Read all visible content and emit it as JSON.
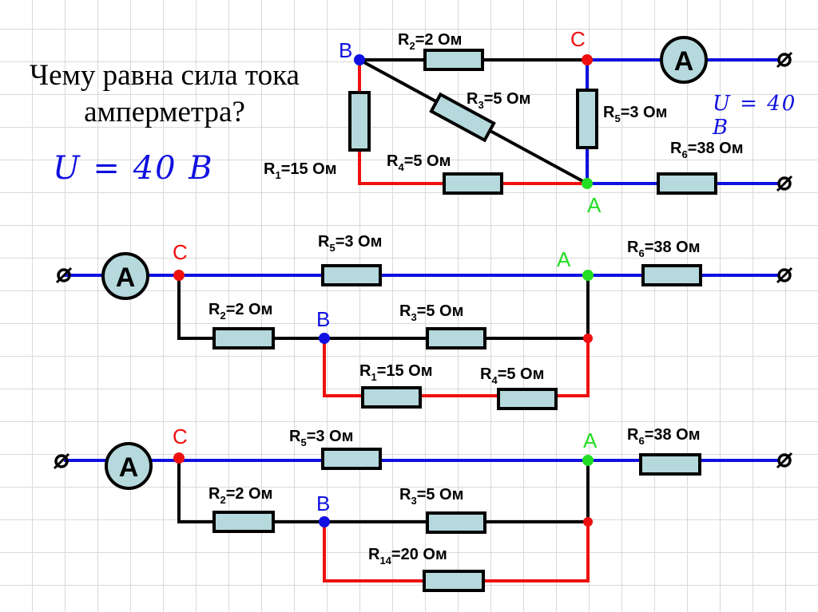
{
  "question": {
    "line1": "Чему равна  сила тока",
    "line2": "амперметра?"
  },
  "voltage_label": "U  = 40 B",
  "colors": {
    "blue_wire": "#1010e0",
    "red_wire": "#ee1010",
    "black_wire": "#000000",
    "resistor_fill": "#b5d9dc",
    "node_C": "#ee1010",
    "node_B": "#1010e0",
    "node_A": "#22dd22"
  },
  "ammeter_symbol": "A",
  "terminal_symbol": "∅",
  "nodes": {
    "A": "A",
    "B": "B",
    "C": "C"
  },
  "resistors": {
    "R1": {
      "name": "R",
      "sub": "1",
      "value": "=15 Ом"
    },
    "R2": {
      "name": "R",
      "sub": "2",
      "value": "=2 Ом"
    },
    "R3": {
      "name": "R",
      "sub": "3",
      "value": "=5 Ом"
    },
    "R4": {
      "name": "R",
      "sub": "4",
      "value": "=5 Ом"
    },
    "R5": {
      "name": "R",
      "sub": "5",
      "value": "=3 Ом"
    },
    "R6": {
      "name": "R",
      "sub": "6",
      "value": "=38 Ом"
    },
    "R14": {
      "name": "R",
      "sub": "14",
      "value": "=20 Ом"
    }
  }
}
